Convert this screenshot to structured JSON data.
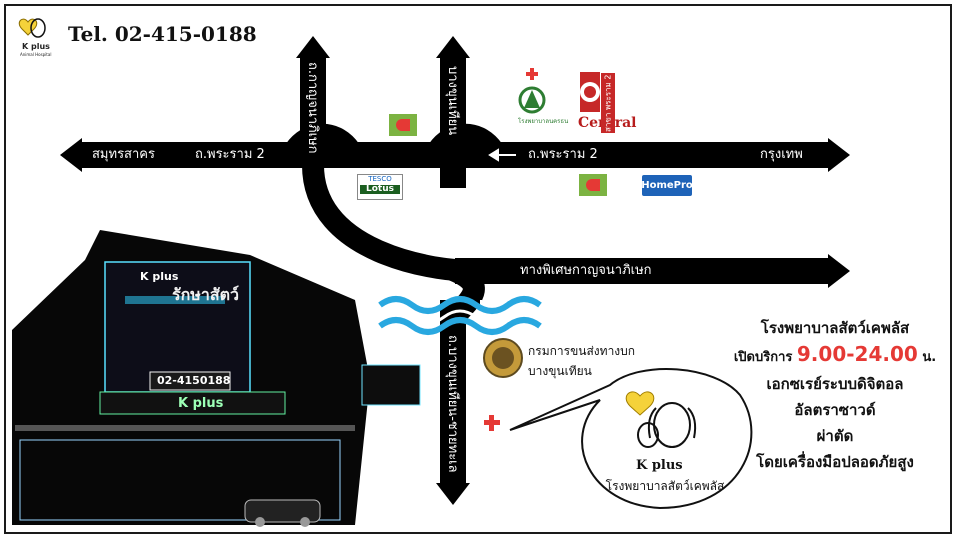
{
  "header": {
    "phone": "Tel. 02-415-0188",
    "logo_brand": "K plus",
    "logo_sub": "Animal Hospital"
  },
  "roads": {
    "west": "สมุทรสาคร",
    "rama2_west": "ถ.พระราม 2",
    "rama2_east": "ถ.พระราม 2",
    "east": "กรุงเทพ",
    "expressway": "ทางพิเศษกาญจนาภิเษก",
    "north_left": "ถ.กาญจนาภิเษก",
    "north_right": "บางขุนเทียน",
    "south": "ถ.บางขุนเทียน-ชายทะเล"
  },
  "landmarks": {
    "central": "Central",
    "central_branch": "สาขา พระราม 2",
    "tesco": "TESCO",
    "lotus": "Lotus",
    "homepro": "HomePro",
    "nakornthon": "โรงพยาบาลนครธน",
    "dlt_line1": "กรมการขนส่งทางบก",
    "dlt_line2": "บางขุนเทียน"
  },
  "info": {
    "hospital": "โรงพยาบาลสัตว์เคพลัส",
    "open_label": "เปิดบริการ",
    "hours": "9.00-24.00",
    "hours_unit": "น.",
    "service1": "เอกซเรย์ระบบดิจิตอล",
    "service2": "อัลตราซาวด์",
    "service3": "ผ่าตัด",
    "service4": "โดยเครื่องมือปลอดภัยสูง"
  },
  "bubble": {
    "brand": "K plus",
    "name": "โรงพยาบาลสัตว์เคพลัส"
  },
  "building": {
    "sign_top": "K plus",
    "sign_main": "รักษาสัตว์",
    "sign_phone": "02-4150188",
    "sign_bottom": "K plus"
  },
  "colors": {
    "road": "#000000",
    "water": "#29a8e0",
    "hospital_red": "#e53935",
    "central_red": "#c62828",
    "homepro_blue": "#1e63b8",
    "bigc_green": "#7cb342"
  },
  "icons": [
    "cross-icon",
    "heart-icon",
    "dog-icon",
    "water-wave-icon",
    "arrow-down-icon",
    "arrow-left-icon"
  ]
}
